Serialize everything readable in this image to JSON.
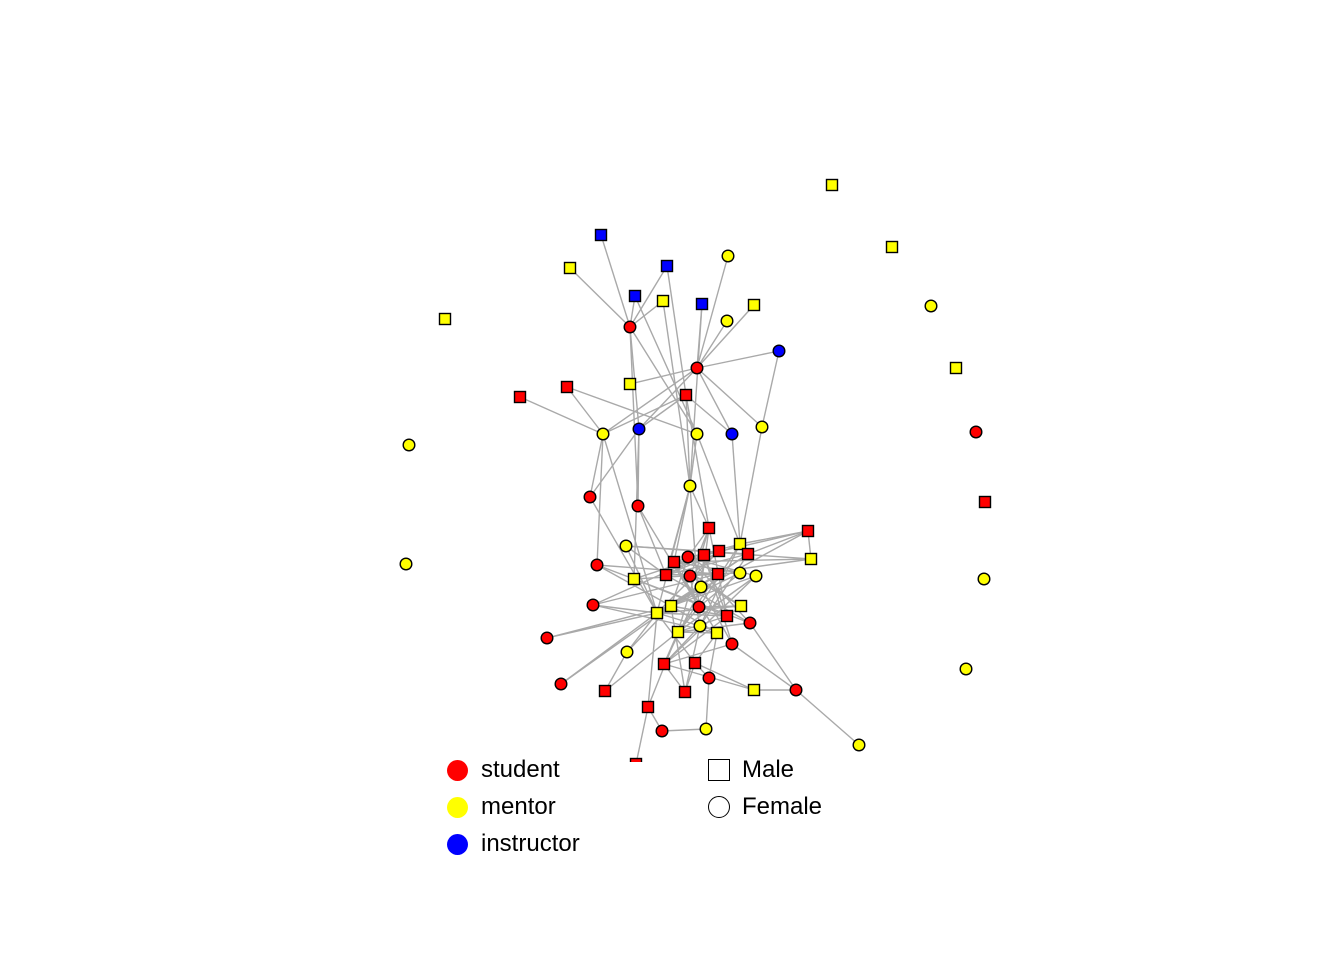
{
  "colors": {
    "student": "#FF0000",
    "mentor": "#FFFF00",
    "instructor": "#0000FF",
    "edge": "#A9A9A9",
    "outline": "#000000"
  },
  "legend": {
    "roles": [
      {
        "label": "student",
        "role": "student"
      },
      {
        "label": "mentor",
        "role": "mentor"
      },
      {
        "label": "instructor",
        "role": "instructor"
      }
    ],
    "genders": [
      {
        "label": "Male",
        "shape": "square"
      },
      {
        "label": "Female",
        "shape": "circle"
      }
    ]
  },
  "nodes": [
    {
      "role": "mentor",
      "gender": "M"
    },
    {
      "role": "mentor",
      "gender": "M"
    },
    {
      "role": "mentor",
      "gender": "F"
    },
    {
      "role": "mentor",
      "gender": "M"
    },
    {
      "role": "student",
      "gender": "F"
    },
    {
      "role": "student",
      "gender": "M"
    },
    {
      "role": "mentor",
      "gender": "F"
    },
    {
      "role": "mentor",
      "gender": "F"
    },
    {
      "role": "mentor",
      "gender": "M"
    },
    {
      "role": "mentor",
      "gender": "F"
    },
    {
      "role": "mentor",
      "gender": "F"
    },
    {
      "role": "instructor",
      "gender": "M"
    },
    {
      "role": "mentor",
      "gender": "M"
    },
    {
      "role": "instructor",
      "gender": "M"
    },
    {
      "role": "mentor",
      "gender": "F"
    },
    {
      "role": "instructor",
      "gender": "M"
    },
    {
      "role": "mentor",
      "gender": "M"
    },
    {
      "role": "instructor",
      "gender": "M"
    },
    {
      "role": "mentor",
      "gender": "M"
    },
    {
      "role": "mentor",
      "gender": "F"
    },
    {
      "role": "student",
      "gender": "F"
    },
    {
      "role": "instructor",
      "gender": "F"
    },
    {
      "role": "student",
      "gender": "F"
    },
    {
      "role": "mentor",
      "gender": "M"
    },
    {
      "role": "student",
      "gender": "M"
    },
    {
      "role": "student",
      "gender": "M"
    },
    {
      "role": "student",
      "gender": "M"
    },
    {
      "role": "mentor",
      "gender": "F"
    },
    {
      "role": "instructor",
      "gender": "F"
    },
    {
      "role": "mentor",
      "gender": "F"
    },
    {
      "role": "instructor",
      "gender": "F"
    },
    {
      "role": "mentor",
      "gender": "F"
    },
    {
      "role": "mentor",
      "gender": "F"
    },
    {
      "role": "student",
      "gender": "F"
    },
    {
      "role": "student",
      "gender": "F"
    },
    {
      "role": "student",
      "gender": "M"
    },
    {
      "role": "student",
      "gender": "M"
    },
    {
      "role": "mentor",
      "gender": "M"
    },
    {
      "role": "mentor",
      "gender": "F"
    },
    {
      "role": "student",
      "gender": "F"
    },
    {
      "role": "student",
      "gender": "M"
    },
    {
      "role": "student",
      "gender": "M"
    },
    {
      "role": "student",
      "gender": "M"
    },
    {
      "role": "student",
      "gender": "M"
    },
    {
      "role": "mentor",
      "gender": "M"
    },
    {
      "role": "student",
      "gender": "F"
    },
    {
      "role": "student",
      "gender": "M"
    },
    {
      "role": "student",
      "gender": "F"
    },
    {
      "role": "student",
      "gender": "M"
    },
    {
      "role": "mentor",
      "gender": "F"
    },
    {
      "role": "mentor",
      "gender": "F"
    },
    {
      "role": "mentor",
      "gender": "M"
    },
    {
      "role": "mentor",
      "gender": "F"
    },
    {
      "role": "student",
      "gender": "F"
    },
    {
      "role": "mentor",
      "gender": "M"
    },
    {
      "role": "student",
      "gender": "F"
    },
    {
      "role": "mentor",
      "gender": "M"
    },
    {
      "role": "mentor",
      "gender": "M"
    },
    {
      "role": "student",
      "gender": "M"
    },
    {
      "role": "student",
      "gender": "F"
    },
    {
      "role": "student",
      "gender": "F"
    },
    {
      "role": "mentor",
      "gender": "M"
    },
    {
      "role": "mentor",
      "gender": "F"
    },
    {
      "role": "mentor",
      "gender": "M"
    },
    {
      "role": "student",
      "gender": "F"
    },
    {
      "role": "mentor",
      "gender": "F"
    },
    {
      "role": "student",
      "gender": "M"
    },
    {
      "role": "student",
      "gender": "M"
    },
    {
      "role": "student",
      "gender": "F"
    },
    {
      "role": "student",
      "gender": "F"
    },
    {
      "role": "student",
      "gender": "M"
    },
    {
      "role": "student",
      "gender": "M"
    },
    {
      "role": "mentor",
      "gender": "M"
    },
    {
      "role": "student",
      "gender": "F"
    },
    {
      "role": "student",
      "gender": "M"
    },
    {
      "role": "student",
      "gender": "F"
    },
    {
      "role": "mentor",
      "gender": "F"
    },
    {
      "role": "mentor",
      "gender": "F"
    },
    {
      "role": "student",
      "gender": "M"
    }
  ],
  "edges": [
    [
      20,
      11
    ],
    [
      20,
      12
    ],
    [
      20,
      15
    ],
    [
      20,
      16
    ],
    [
      13,
      20
    ],
    [
      13,
      26
    ],
    [
      15,
      29
    ],
    [
      16,
      32
    ],
    [
      17,
      22
    ],
    [
      17,
      32
    ],
    [
      14,
      22
    ],
    [
      19,
      22
    ],
    [
      18,
      22
    ],
    [
      21,
      22
    ],
    [
      23,
      22
    ],
    [
      22,
      27
    ],
    [
      22,
      28
    ],
    [
      22,
      30
    ],
    [
      22,
      31
    ],
    [
      21,
      31
    ],
    [
      31,
      37
    ],
    [
      20,
      28
    ],
    [
      20,
      34
    ],
    [
      20,
      29
    ],
    [
      25,
      27
    ],
    [
      24,
      27
    ],
    [
      24,
      29
    ],
    [
      26,
      27
    ],
    [
      26,
      28
    ],
    [
      26,
      30
    ],
    [
      26,
      35
    ],
    [
      26,
      32
    ],
    [
      27,
      33
    ],
    [
      27,
      45
    ],
    [
      27,
      57
    ],
    [
      28,
      33
    ],
    [
      28,
      34
    ],
    [
      28,
      51
    ],
    [
      29,
      32
    ],
    [
      29,
      37
    ],
    [
      30,
      37
    ],
    [
      32,
      35
    ],
    [
      32,
      40
    ],
    [
      32,
      46
    ],
    [
      32,
      55
    ],
    [
      32,
      57
    ],
    [
      33,
      57
    ],
    [
      34,
      46
    ],
    [
      34,
      55
    ],
    [
      36,
      37
    ],
    [
      36,
      44
    ],
    [
      36,
      57
    ],
    [
      44,
      38
    ],
    [
      38,
      57
    ],
    [
      38,
      46
    ],
    [
      45,
      54
    ],
    [
      53,
      57
    ],
    [
      60,
      57
    ],
    [
      68,
      57
    ],
    [
      65,
      70
    ],
    [
      65,
      54
    ],
    [
      73,
      77
    ],
    [
      73,
      72
    ],
    [
      72,
      66
    ],
    [
      73,
      59
    ],
    [
      75,
      76
    ],
    [
      76,
      69
    ],
    [
      74,
      78
    ],
    [
      74,
      75
    ],
    [
      69,
      67
    ],
    [
      64,
      73
    ],
    [
      74,
      57
    ],
    [
      71,
      54
    ],
    [
      66,
      61
    ],
    [
      35,
      39
    ],
    [
      35,
      47
    ],
    [
      35,
      52
    ],
    [
      35,
      58
    ],
    [
      35,
      61
    ],
    [
      37,
      40
    ],
    [
      37,
      46
    ],
    [
      37,
      55
    ],
    [
      37,
      62
    ],
    [
      39,
      48
    ],
    [
      39,
      54
    ],
    [
      39,
      59
    ],
    [
      40,
      49
    ],
    [
      40,
      56
    ],
    [
      40,
      63
    ],
    [
      41,
      46
    ],
    [
      41,
      52
    ],
    [
      41,
      64
    ],
    [
      42,
      47
    ],
    [
      42,
      51
    ],
    [
      42,
      57
    ],
    [
      43,
      46
    ],
    [
      43,
      54
    ],
    [
      43,
      62
    ],
    [
      44,
      40
    ],
    [
      44,
      47
    ],
    [
      45,
      48
    ],
    [
      46,
      49
    ],
    [
      46,
      59
    ],
    [
      47,
      56
    ],
    [
      47,
      62
    ],
    [
      48,
      54
    ],
    [
      48,
      61
    ],
    [
      49,
      57
    ],
    [
      49,
      55
    ],
    [
      50,
      54
    ],
    [
      50,
      39
    ],
    [
      50,
      66
    ],
    [
      51,
      58
    ],
    [
      51,
      48
    ],
    [
      52,
      57
    ],
    [
      52,
      64
    ],
    [
      53,
      48
    ],
    [
      53,
      41
    ],
    [
      54,
      58
    ],
    [
      54,
      63
    ],
    [
      55,
      56
    ],
    [
      55,
      61
    ],
    [
      56,
      57
    ],
    [
      56,
      66
    ],
    [
      57,
      58
    ],
    [
      57,
      62
    ],
    [
      57,
      67
    ],
    [
      58,
      61
    ],
    [
      59,
      61
    ],
    [
      60,
      54
    ],
    [
      61,
      63
    ],
    [
      62,
      66
    ],
    [
      63,
      67
    ],
    [
      64,
      66
    ],
    [
      65,
      57
    ],
    [
      66,
      71
    ],
    [
      67,
      71
    ],
    [
      67,
      72
    ],
    [
      69,
      63
    ],
    [
      70,
      61
    ],
    [
      71,
      62
    ],
    [
      74,
      61
    ],
    [
      36,
      41
    ],
    [
      36,
      43
    ],
    [
      38,
      43
    ],
    [
      39,
      42
    ],
    [
      40,
      55
    ],
    [
      41,
      58
    ],
    [
      43,
      57
    ],
    [
      45,
      59
    ],
    [
      50,
      61
    ],
    [
      52,
      66
    ],
    [
      53,
      63
    ],
    [
      68,
      54
    ]
  ]
}
